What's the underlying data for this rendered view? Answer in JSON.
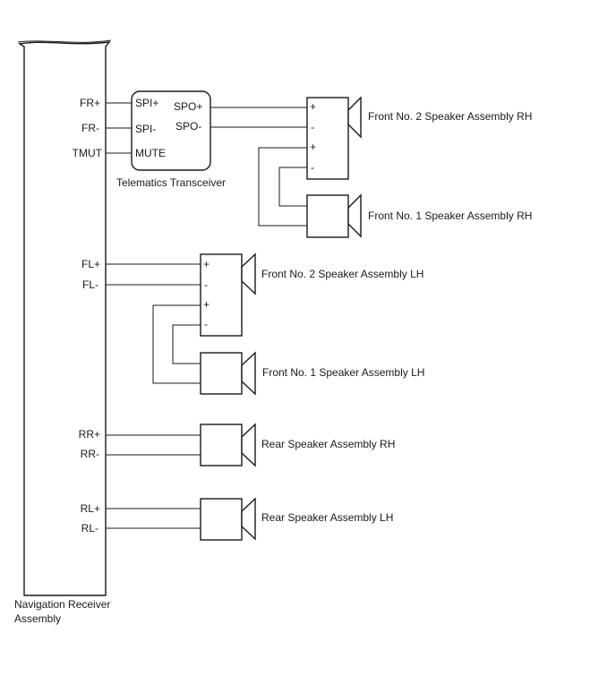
{
  "navigation_receiver": {
    "label_line1": "Navigation Receiver",
    "label_line2": "Assembly",
    "pins": {
      "fr_plus": "FR+",
      "fr_minus": "FR-",
      "tmut": "TMUT",
      "fl_plus": "FL+",
      "fl_minus": "FL-",
      "rr_plus": "RR+",
      "rr_minus": "RR-",
      "rl_plus": "RL+",
      "rl_minus": "RL-"
    }
  },
  "telematics_transceiver": {
    "label": "Telematics Transceiver",
    "pins": {
      "spi_plus": "SPI+",
      "spi_minus": "SPI-",
      "mute": "MUTE",
      "spo_plus": "SPO+",
      "spo_minus": "SPO-"
    }
  },
  "speakers": {
    "front_no2_rh": "Front No. 2 Speaker Assembly RH",
    "front_no1_rh": "Front No. 1 Speaker Assembly RH",
    "front_no2_lh": "Front No. 2 Speaker Assembly LH",
    "front_no1_lh": "Front No. 1 Speaker Assembly LH",
    "rear_rh": "Rear Speaker Assembly RH",
    "rear_lh": "Rear Speaker Assembly LH"
  },
  "terminal_signs": {
    "plus": "+",
    "minus": "-"
  }
}
